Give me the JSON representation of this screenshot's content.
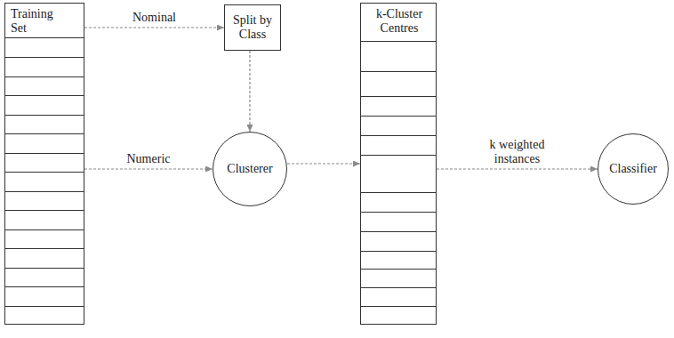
{
  "diagram": {
    "nodes": [
      {
        "text": [
          "Training Set"
        ]
      },
      {
        "text": [
          "Split by Class"
        ]
      },
      {
        "text": [
          "Clusterer"
        ]
      },
      {
        "text": [
          "k-Cluster Centres"
        ]
      },
      {
        "text": [
          "Classifier"
        ]
      }
    ],
    "edges": [
      {
        "from": 0,
        "to": 1,
        "label": "Nominal",
        "arrow": "to"
      },
      {
        "from": 1,
        "to": 2,
        "arrow": "to"
      },
      {
        "from": 0,
        "to": 2,
        "label": "Numeric",
        "arrow": "to"
      },
      {
        "from": 2,
        "to": 3,
        "arrow": "to"
      },
      {
        "from": 3,
        "to": 4,
        "label": "k weighted instances",
        "arrow": "to"
      }
    ]
  }
}
